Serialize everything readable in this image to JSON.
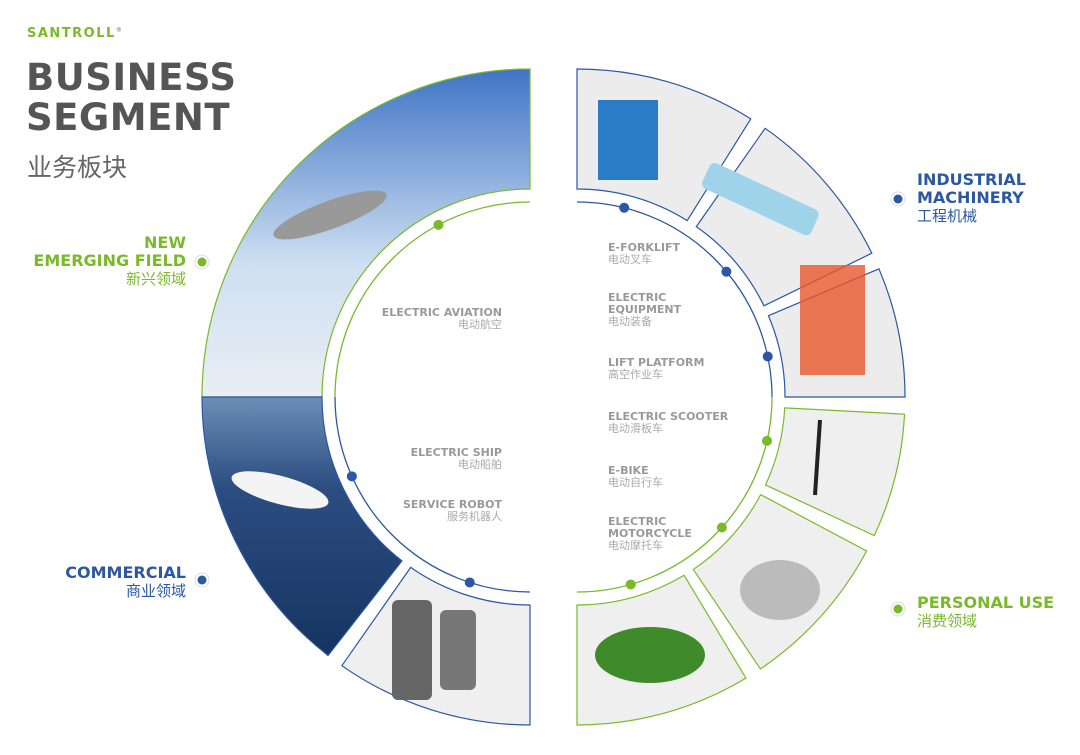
{
  "brand": "SANTROLL",
  "brand_mark": "®",
  "title_line1": "BUSINESS",
  "title_line2": "SEGMENT",
  "title_cn": "业务板块",
  "colors": {
    "blue": "#2b57a3",
    "green": "#7ab929",
    "text": "#555555"
  },
  "segments": {
    "new": {
      "line1": "NEW",
      "line2": "EMERGING FIELD",
      "cn": "新兴领域"
    },
    "commercial": {
      "line1": "COMMERCIAL",
      "cn": "商业领域"
    },
    "industrial": {
      "line1": "INDUSTRIAL",
      "line2": "MACHINERY",
      "cn": "工程机械"
    },
    "personal": {
      "line1": "PERSONAL USE",
      "cn": "消费领域"
    }
  },
  "items": {
    "aviation": {
      "en": "ELECTRIC AVIATION",
      "cn": "电动航空"
    },
    "ship": {
      "en": "ELECTRIC SHIP",
      "cn": "电动船舶"
    },
    "robot": {
      "en": "SERVICE ROBOT",
      "cn": "服务机器人"
    },
    "forklift": {
      "en": "E-FORKLIFT",
      "cn": "电动叉车"
    },
    "equipment": {
      "en": "ELECTRIC EQUIPMENT",
      "cn": "电动装备"
    },
    "lift": {
      "en": "LIFT PLATFORM",
      "cn": "高空作业车"
    },
    "scooter": {
      "en": "ELECTRIC SCOOTER",
      "cn": "电动滑板车"
    },
    "ebike": {
      "en": "E-BIKE",
      "cn": "电动自行车"
    },
    "motorcycle": {
      "en": "ELECTRIC MOTORCYCLE",
      "cn": "电动摩托车"
    }
  }
}
